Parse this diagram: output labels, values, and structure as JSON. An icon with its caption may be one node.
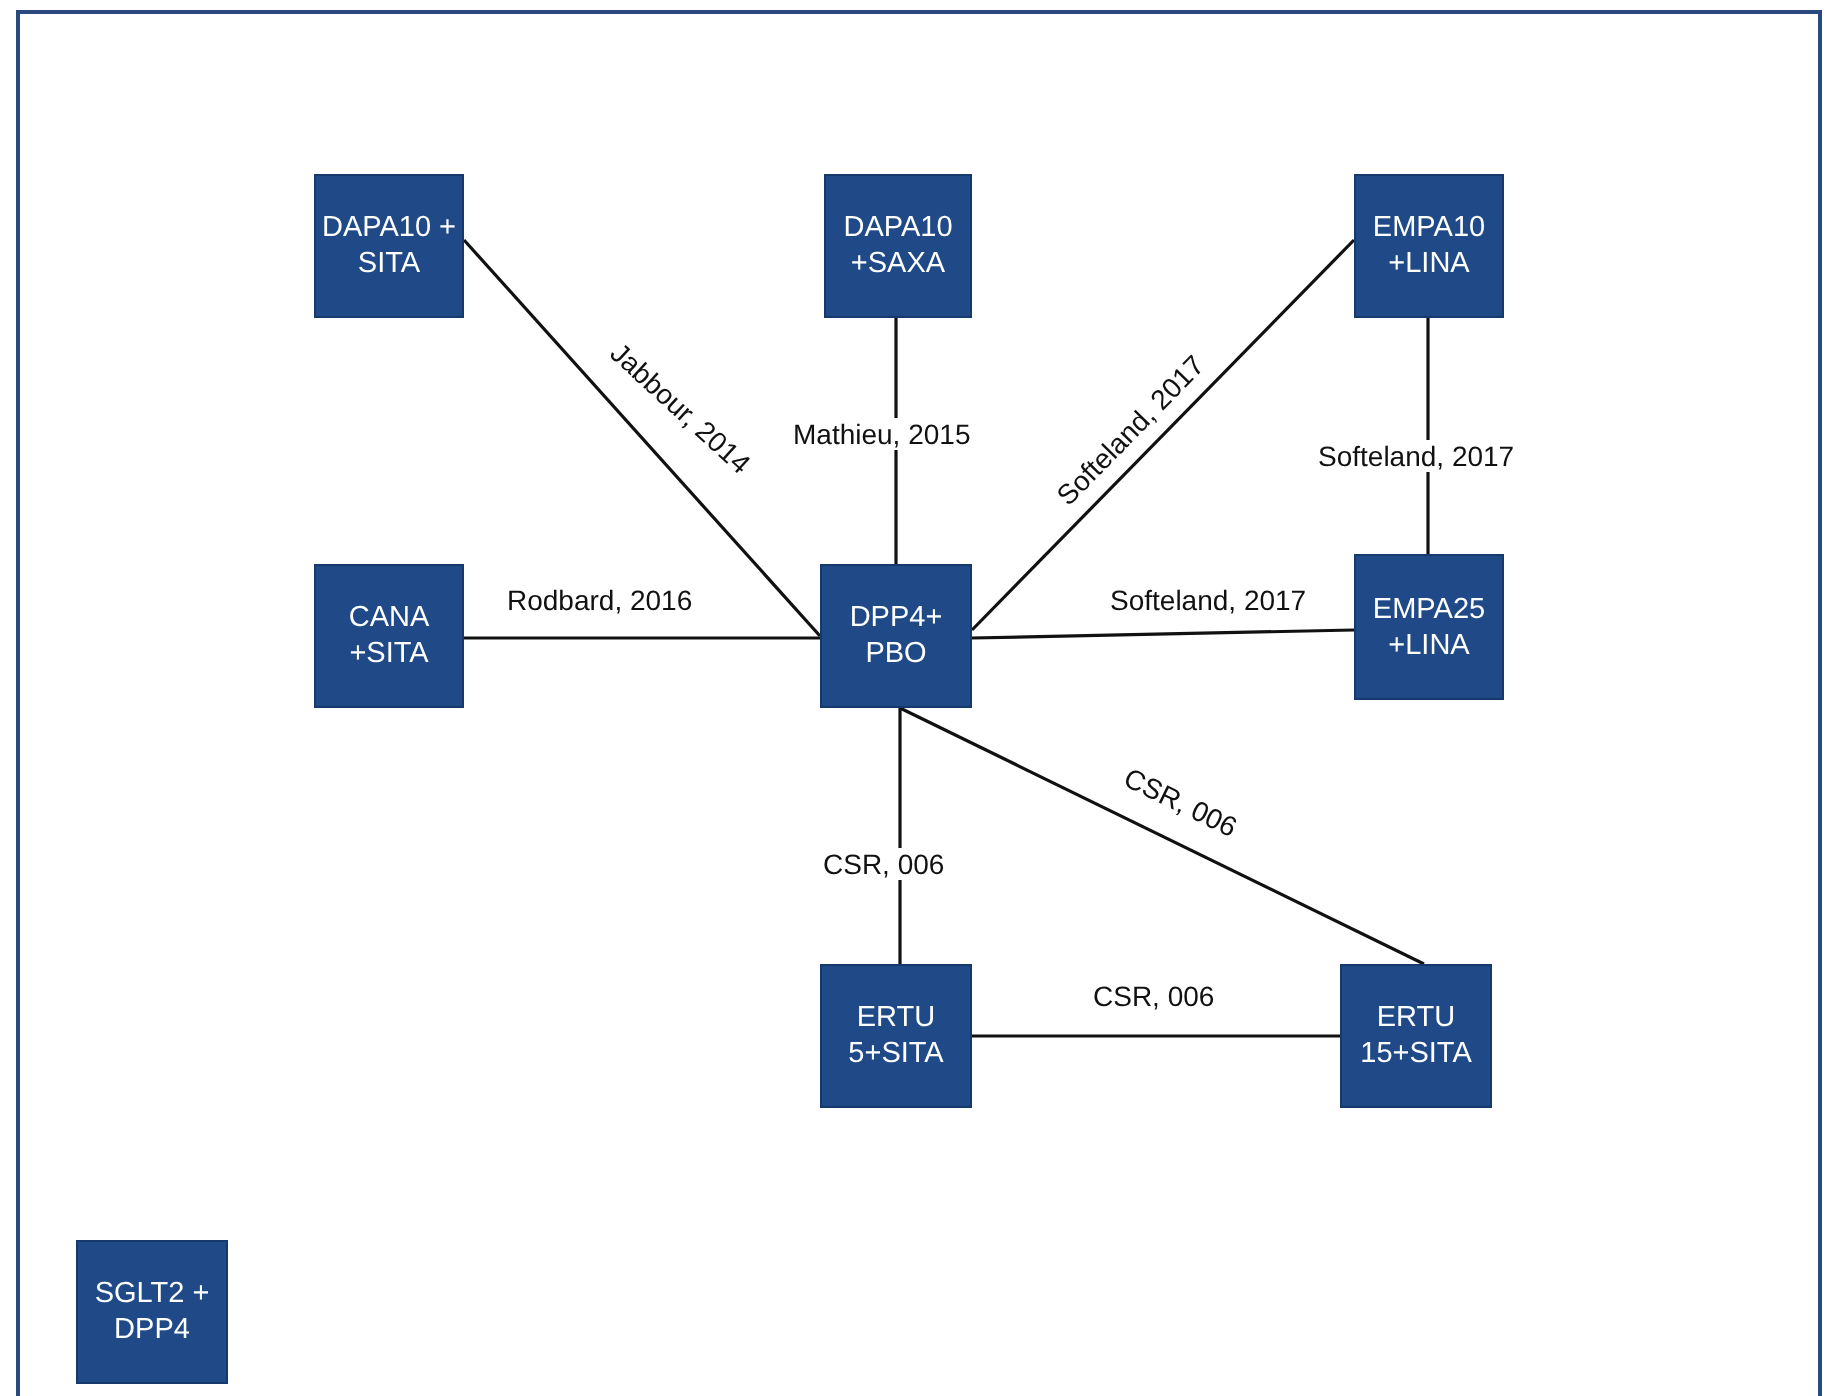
{
  "diagram": {
    "nodes": [
      {
        "text": [
          "DAPA10 + SITA"
        ]
      },
      {
        "text": [
          "DAPA10 +SAXA"
        ]
      },
      {
        "text": [
          "EMPA10 +LINA"
        ]
      },
      {
        "text": [
          "CANA +SITA"
        ]
      },
      {
        "text": [
          "DPP4+ PBO"
        ]
      },
      {
        "text": [
          "EMPA25 +LINA"
        ]
      },
      {
        "text": [
          "ERTU 5+SITA"
        ]
      },
      {
        "text": [
          "ERTU 15+SITA"
        ]
      },
      {
        "text": [
          "SGLT2 + DPP4"
        ]
      }
    ],
    "edges": [
      {
        "from": 0,
        "to": 4,
        "arrow": "none",
        "label": "Jabbour, 2014"
      },
      {
        "from": 1,
        "to": 4,
        "arrow": "none",
        "label": "Mathieu, 2015"
      },
      {
        "from": 2,
        "to": 4,
        "arrow": "none",
        "label": "Softeland, 2017"
      },
      {
        "from": 2,
        "to": 5,
        "arrow": "none",
        "label": "Softeland, 2017"
      },
      {
        "from": 3,
        "to": 4,
        "arrow": "none",
        "label": "Rodbard, 2016"
      },
      {
        "from": 4,
        "to": 5,
        "arrow": "none",
        "label": "Softeland, 2017"
      },
      {
        "from": 4,
        "to": 6,
        "arrow": "none",
        "label": "CSR, 006"
      },
      {
        "from": 4,
        "to": 7,
        "arrow": "none",
        "label": "CSR, 006"
      },
      {
        "from": 6,
        "to": 7,
        "arrow": "none",
        "label": "CSR, 006"
      }
    ]
  }
}
